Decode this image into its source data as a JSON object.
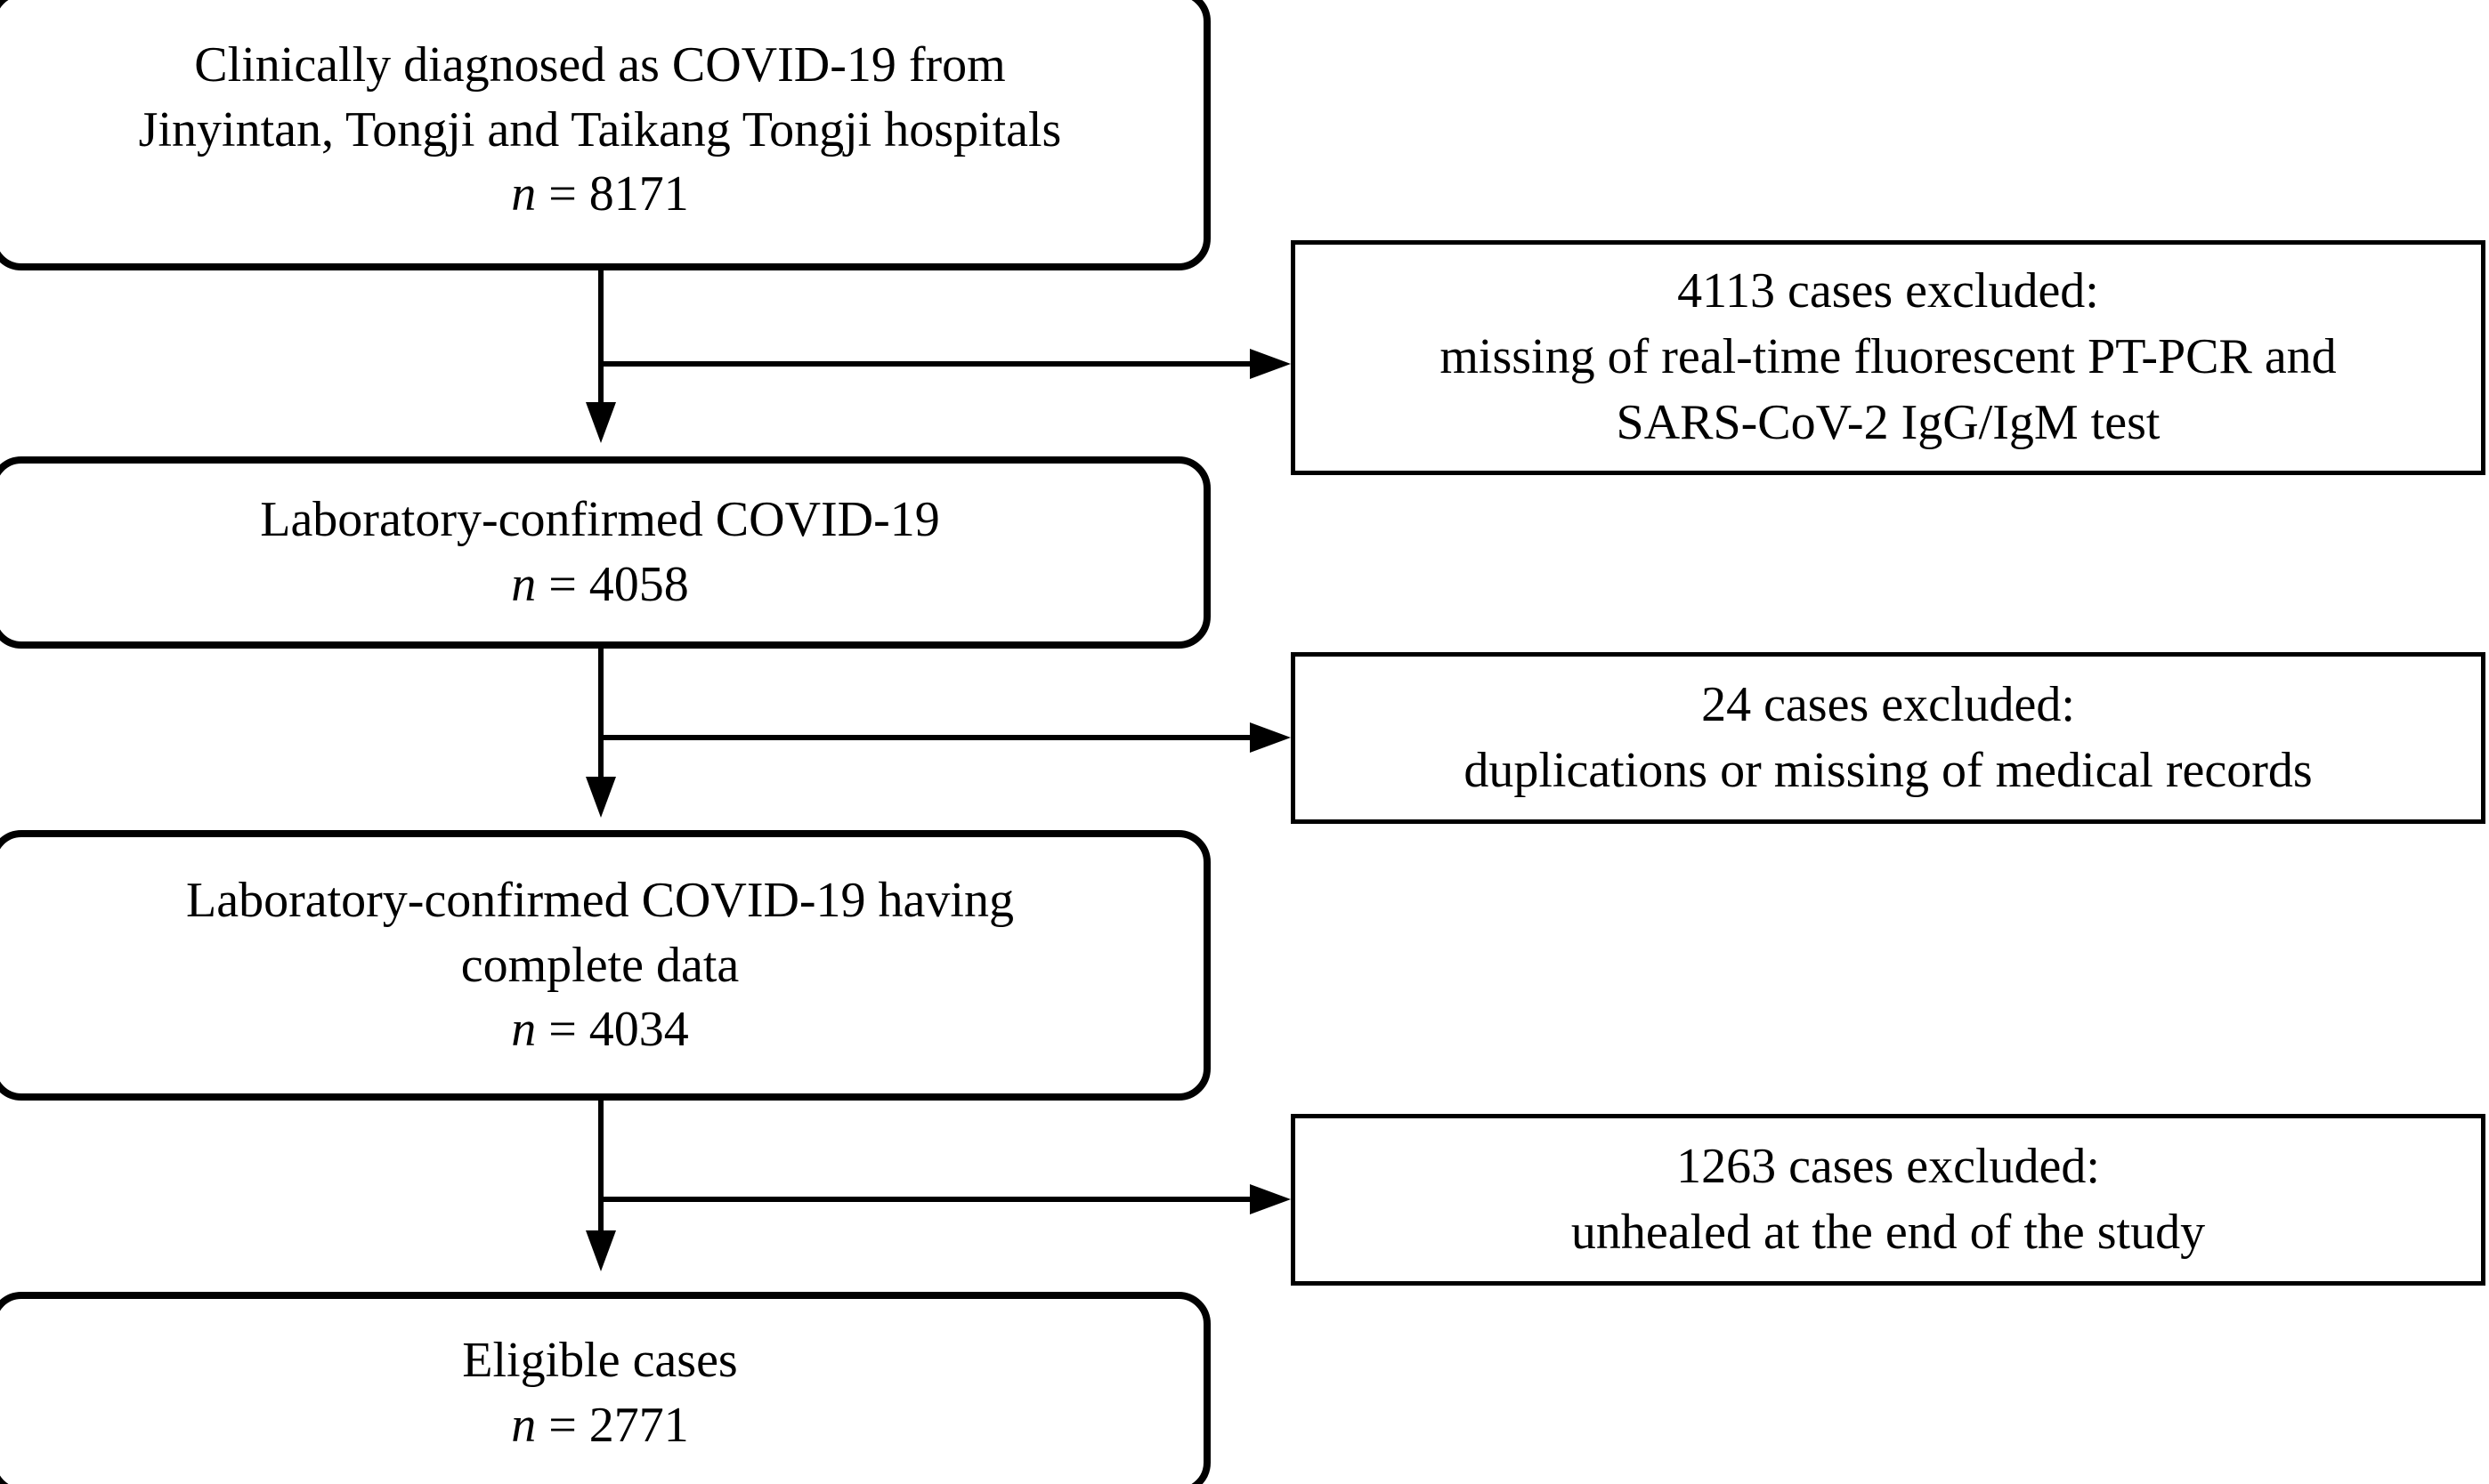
{
  "figure": {
    "type": "flowchart",
    "orientation": "top-to-bottom",
    "description": "Patient selection flow diagram for a COVID-19 cohort study"
  },
  "nodes": [
    {
      "id": "node-enrolled",
      "shape": "rounded-rectangle",
      "line1": "Clinically diagnosed as COVID-19 from",
      "line2": "Jinyintan, Tongji and Taikang Tongji hospitals",
      "n_label": "n",
      "n_value": "= 8171",
      "count": 8171
    },
    {
      "id": "node-lab-confirmed",
      "shape": "rounded-rectangle",
      "line1": "Laboratory-confirmed COVID-19",
      "line2": "",
      "n_label": "n",
      "n_value": "= 4058",
      "count": 4058
    },
    {
      "id": "node-complete-data",
      "shape": "rounded-rectangle",
      "line1": "Laboratory-confirmed COVID-19 having",
      "line2": "complete data",
      "n_label": "n",
      "n_value": "= 4034",
      "count": 4034
    },
    {
      "id": "node-eligible",
      "shape": "rounded-rectangle",
      "line1": "Eligible cases",
      "line2": "",
      "n_label": "n",
      "n_value": "= 2771",
      "count": 2771
    }
  ],
  "exclusions": [
    {
      "id": "exclusion-1",
      "shape": "rectangle",
      "line1": "4113 cases excluded:",
      "line2": "missing of real-time fluorescent PT-PCR and",
      "line3": "SARS-CoV-2 IgG/IgM test",
      "count": 4113
    },
    {
      "id": "exclusion-2",
      "shape": "rectangle",
      "line1": "24 cases excluded:",
      "line2": "duplications or missing of medical records",
      "line3": "",
      "count": 24
    },
    {
      "id": "exclusion-3",
      "shape": "rectangle",
      "line1": "1263 cases excluded:",
      "line2": "unhealed at the end of the study",
      "line3": "",
      "count": 1263
    }
  ],
  "colors": {
    "stroke": "#000000",
    "fill": "#ffffff",
    "text": "#000000"
  }
}
